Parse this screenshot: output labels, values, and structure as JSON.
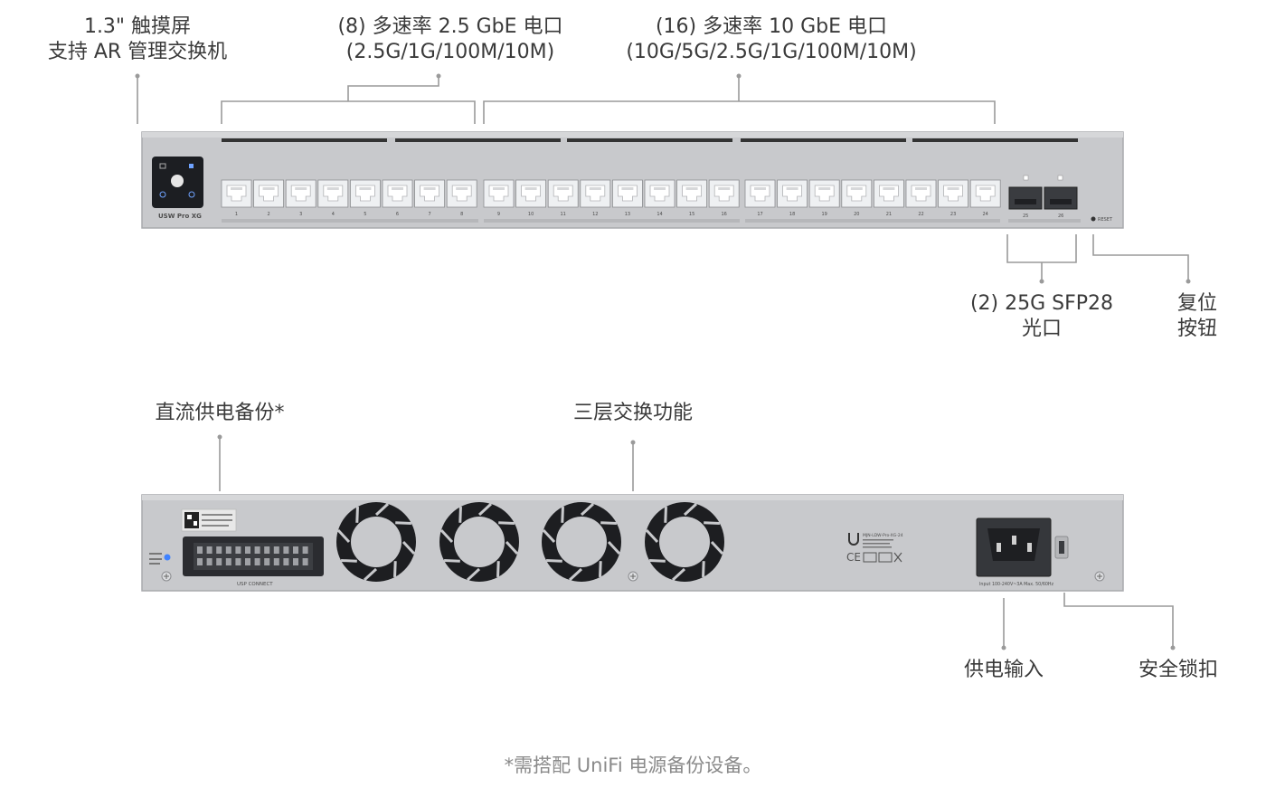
{
  "front_callouts": {
    "touchscreen_line1": "1.3\" 触摸屏",
    "touchscreen_line2": "支持 AR 管理交换机",
    "ports_25g_line1": "(8) 多速率 2.5 GbE 电口",
    "ports_25g_line2": "(2.5G/1G/100M/10M)",
    "ports_10g_line1": "(16) 多速率 10 GbE 电口",
    "ports_10g_line2": "(10G/5G/2.5G/1G/100M/10M)",
    "sfp_line1": "(2) 25G SFP28",
    "sfp_line2": "光口",
    "reset_line1": "复位",
    "reset_line2": "按钮"
  },
  "back_callouts": {
    "dc_backup": "直流供电备份*",
    "layer3": "三层交换功能",
    "power_input": "供电输入",
    "security_lock": "安全锁扣"
  },
  "footnote": "*需搭配 UniFi 电源备份设备。",
  "device_labels": {
    "model": "USW Pro XG",
    "port_numbers": [
      "1",
      "2",
      "3",
      "4",
      "5",
      "6",
      "7",
      "8",
      "9",
      "10",
      "11",
      "12",
      "13",
      "14",
      "15",
      "16",
      "17",
      "18",
      "19",
      "20",
      "21",
      "22",
      "23",
      "24"
    ],
    "sfp_numbers": [
      "25",
      "26"
    ],
    "reset": "RESET",
    "usp_connect": "USP CONNECT",
    "power_rating": "Input 100-240V~3A Max. 50/60Hz",
    "rear_model": "MJN-LDW-Pro-XG-24"
  },
  "colors": {
    "chassis": "#c8c9cc",
    "chassis_edge": "#a9aaad",
    "port_fill": "#f4f5f6",
    "leader_line": "#9a9a9a",
    "callout_text": "#3a3a3a",
    "footnote_text": "#8a8a8a"
  }
}
